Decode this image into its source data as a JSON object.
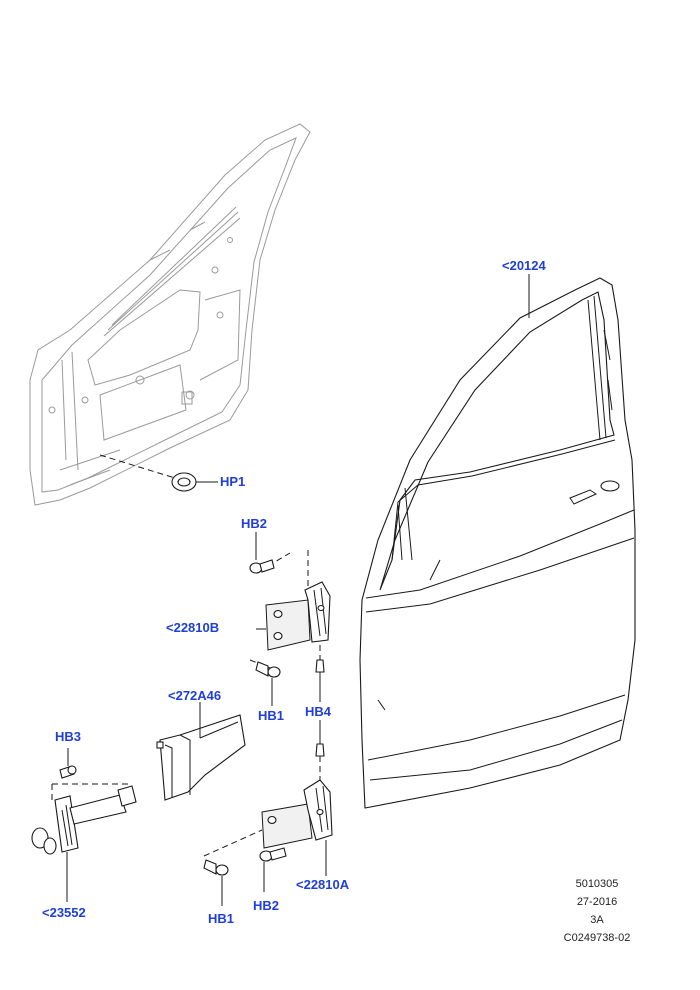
{
  "callouts": {
    "hp1": "HP1",
    "door": "<20124",
    "hb2_top": "HB2",
    "hinge_upper": "<22810B",
    "hb1_mid": "HB1",
    "hb4": "HB4",
    "check_cover": "<272A46",
    "hb3": "HB3",
    "check_strap": "<23552",
    "hinge_lower": "<22810A",
    "hb1_bottom": "HB1",
    "hb2_bottom": "HB2"
  },
  "meta": {
    "code1": "5010305",
    "code2": "27-2016",
    "code3": "3A",
    "code4": "C0249738-02"
  },
  "colors": {
    "callout": "#1f3fd6",
    "line": "#1a1a1a",
    "ghost": "#9a9a9a"
  }
}
